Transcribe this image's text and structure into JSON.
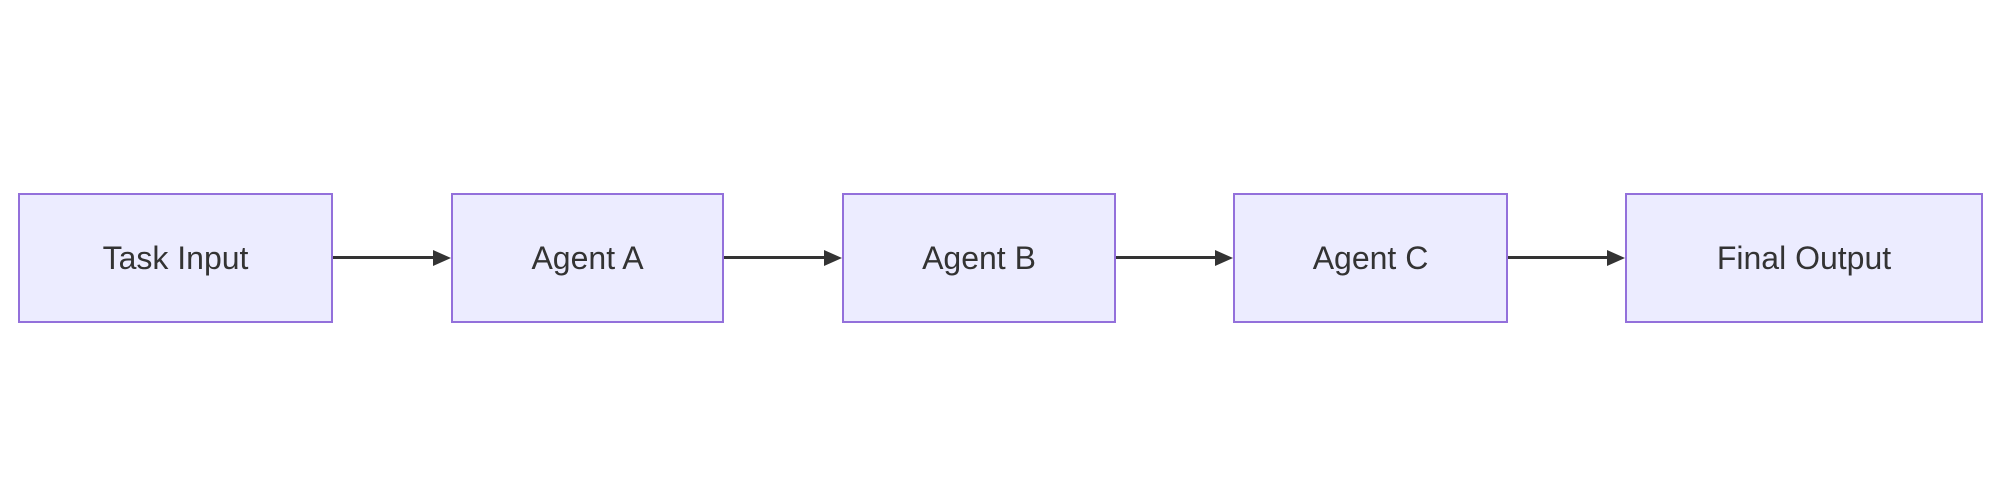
{
  "diagram": {
    "type": "flowchart",
    "direction": "left-to-right",
    "colors": {
      "background": "#FFFFFF",
      "node_fill": "#ECECFF",
      "node_border": "#9370DB",
      "node_text": "#333333",
      "edge": "#333333"
    },
    "nodes": [
      {
        "id": "task_input",
        "label": "Task Input"
      },
      {
        "id": "agent_a",
        "label": "Agent A"
      },
      {
        "id": "agent_b",
        "label": "Agent B"
      },
      {
        "id": "agent_c",
        "label": "Agent C"
      },
      {
        "id": "final_output",
        "label": "Final Output"
      }
    ],
    "edges": [
      {
        "from": "task_input",
        "to": "agent_a",
        "style": "arrow"
      },
      {
        "from": "agent_a",
        "to": "agent_b",
        "style": "arrow"
      },
      {
        "from": "agent_b",
        "to": "agent_c",
        "style": "arrow"
      },
      {
        "from": "agent_c",
        "to": "final_output",
        "style": "arrow"
      }
    ]
  }
}
